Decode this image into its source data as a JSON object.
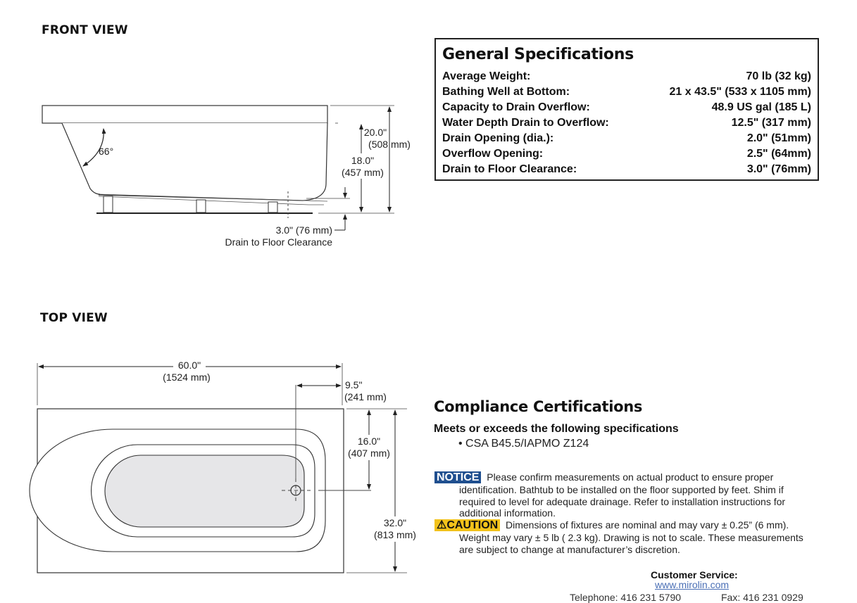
{
  "front_view": {
    "title": "FRONT VIEW",
    "angle_label": "66°",
    "overall_height": "20.0\"",
    "overall_height_mm": "(508 mm)",
    "interior_height": "18.0\"",
    "interior_height_mm": "(457 mm)",
    "drain_clearance": "3.0\" (76 mm)",
    "drain_clearance_caption": "Drain to Floor Clearance"
  },
  "top_view": {
    "title": "TOP VIEW",
    "length": "60.0\"",
    "length_mm": "(1524 mm)",
    "drain_offset": "9.5\"",
    "drain_offset_mm": "(241 mm)",
    "drain_from_side": "16.0\"",
    "drain_from_side_mm": "(407 mm)",
    "width": "32.0\"",
    "width_mm": "(813 mm)"
  },
  "general_specifications": {
    "title": "General Specifications",
    "rows": [
      {
        "label": "Average Weight:",
        "value": "70 lb (32 kg)"
      },
      {
        "label": "Bathing Well at Bottom:",
        "value": "21 x 43.5\" (533 x 1105 mm)"
      },
      {
        "label": "Capacity to Drain Overflow:",
        "value": "48.9 US gal (185 L)"
      },
      {
        "label": "Water Depth Drain to Overflow:",
        "value": "12.5\" (317 mm)"
      },
      {
        "label": "Drain Opening (dia.):",
        "value": "2.0\" (51mm)"
      },
      {
        "label": "Overflow Opening:",
        "value": "2.5\" (64mm)"
      },
      {
        "label": "Drain to Floor Clearance:",
        "value": "3.0\" (76mm)"
      }
    ]
  },
  "compliance": {
    "title": "Compliance Certifications",
    "subtitle": "Meets or exceeds the following specifications",
    "items": [
      "•  CSA B45.5/IAPMO Z124"
    ]
  },
  "notice": {
    "badge": "NOTICE",
    "badge_color": "#1f4f8f",
    "lines": [
      "Please confirm measurements on actual product to ensure proper",
      "identification. Bathtub to be installed on the floor supported by feet. Shim if",
      "required to level for adequate drainage. Refer to installation instructions for",
      "additional information."
    ]
  },
  "caution": {
    "badge": "CAUTION",
    "badge_icon": "⚠",
    "badge_color": "#f2c21b",
    "lines": [
      "Dimensions of fixtures are nominal and may vary ± 0.25” (6 mm).",
      "Weight may vary ± 5 lb ( 2.3 kg). Drawing is not to scale. These measurements",
      "are subject to change at manufacturer’s discretion."
    ]
  },
  "customer_service": {
    "title": "Customer Service:",
    "website": "www.mirolin.com",
    "telephone": "Telephone: 416 231 5790",
    "fax": "Fax: 416 231 0929"
  }
}
